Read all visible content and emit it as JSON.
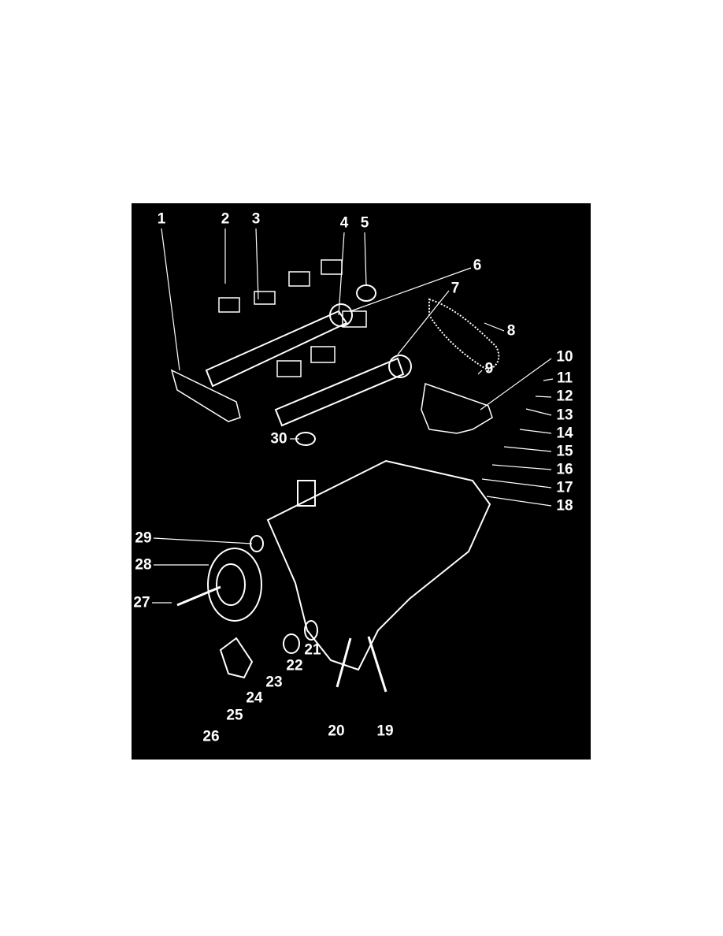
{
  "diagram": {
    "background_color": "#000000",
    "line_color": "#ffffff",
    "callouts": [
      {
        "id": "1",
        "text": "1"
      },
      {
        "id": "2",
        "text": "2"
      },
      {
        "id": "3",
        "text": "3"
      },
      {
        "id": "4",
        "text": "4"
      },
      {
        "id": "5",
        "text": "5"
      },
      {
        "id": "6",
        "text": "6"
      },
      {
        "id": "7",
        "text": "7"
      },
      {
        "id": "8",
        "text": "8"
      },
      {
        "id": "9",
        "text": "9"
      },
      {
        "id": "10",
        "text": "10"
      },
      {
        "id": "11",
        "text": "11"
      },
      {
        "id": "12",
        "text": "12"
      },
      {
        "id": "13",
        "text": "13"
      },
      {
        "id": "14",
        "text": "14"
      },
      {
        "id": "15",
        "text": "15"
      },
      {
        "id": "16",
        "text": "16"
      },
      {
        "id": "17",
        "text": "17"
      },
      {
        "id": "18",
        "text": "18"
      },
      {
        "id": "19",
        "text": "19"
      },
      {
        "id": "20",
        "text": "20"
      },
      {
        "id": "21",
        "text": "21"
      },
      {
        "id": "22",
        "text": "22"
      },
      {
        "id": "23",
        "text": "23"
      },
      {
        "id": "24",
        "text": "24"
      },
      {
        "id": "25",
        "text": "25"
      },
      {
        "id": "26",
        "text": "26"
      },
      {
        "id": "27",
        "text": "27"
      },
      {
        "id": "28",
        "text": "28"
      },
      {
        "id": "29",
        "text": "29"
      },
      {
        "id": "30",
        "text": "30"
      }
    ]
  }
}
